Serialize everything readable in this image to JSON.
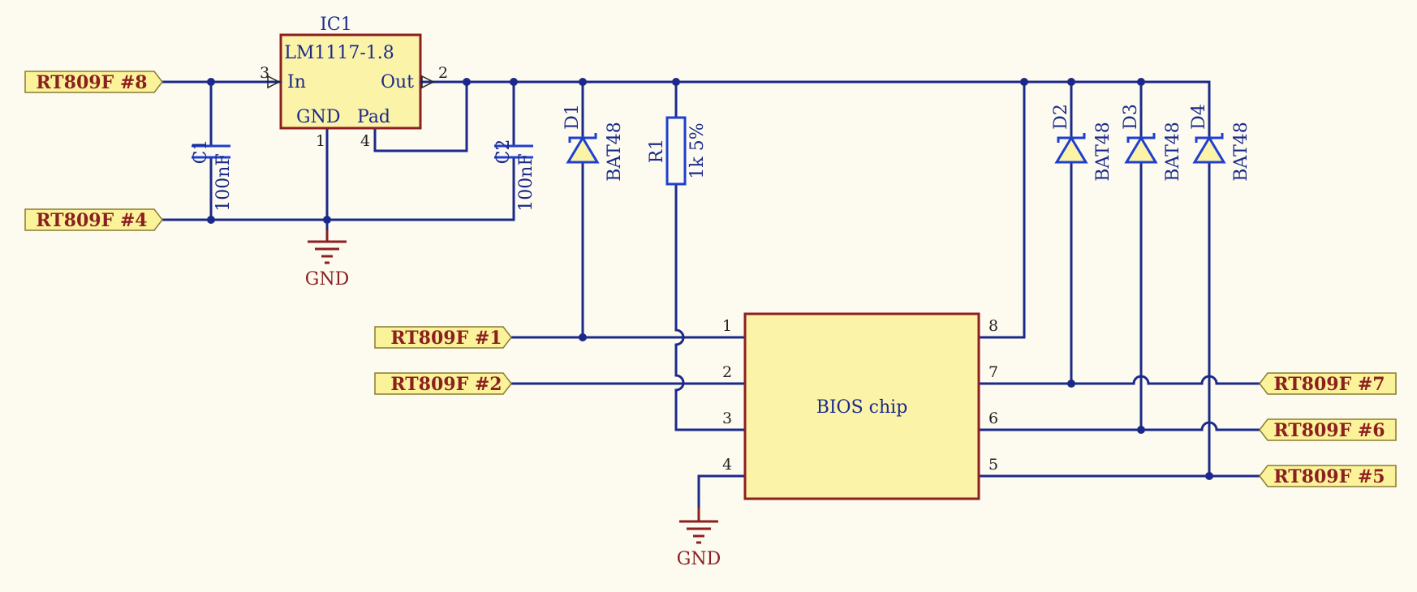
{
  "regulator": {
    "designator": "IC1",
    "part": "LM1117-1.8",
    "pin_in_name": "In",
    "pin_out_name": "Out",
    "pin_gnd_name": "GND",
    "pin_pad_name": "Pad",
    "pin_in_num": "3",
    "pin_out_num": "2",
    "pin_gnd_num": "1",
    "pin_pad_num": "4"
  },
  "capacitors": [
    {
      "ref": "C1",
      "value": "100nF"
    },
    {
      "ref": "C2",
      "value": "100nF"
    }
  ],
  "resistor": {
    "ref": "R1",
    "value": "1k 5%"
  },
  "diodes": [
    {
      "ref": "D1",
      "value": "BAT48"
    },
    {
      "ref": "D2",
      "value": "BAT48"
    },
    {
      "ref": "D3",
      "value": "BAT48"
    },
    {
      "ref": "D4",
      "value": "BAT48"
    }
  ],
  "bios": {
    "label": "BIOS chip",
    "pins": [
      "1",
      "2",
      "3",
      "4",
      "5",
      "6",
      "7",
      "8"
    ]
  },
  "gnd_label": "GND",
  "ports": {
    "p8": "RT809F #8",
    "p4": "RT809F #4",
    "p1": "RT809F #1",
    "p2": "RT809F #2",
    "p7": "RT809F #7",
    "p6": "RT809F #6",
    "p5": "RT809F #5"
  }
}
